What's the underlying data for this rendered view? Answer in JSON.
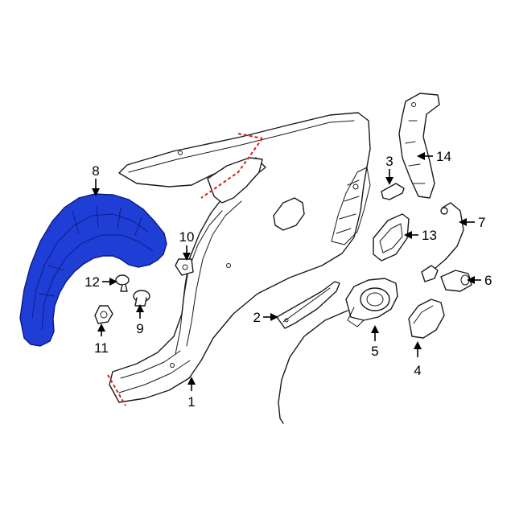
{
  "colors": {
    "highlight_fill": "#1f3ed6",
    "highlight_stroke": "#0b1a80",
    "outline": "#1a1a1a",
    "cut_line": "#d61f1f",
    "background": "#ffffff"
  },
  "callouts": {
    "c1": "1",
    "c2": "2",
    "c3": "3",
    "c4": "4",
    "c5": "5",
    "c6": "6",
    "c7": "7",
    "c8": "8",
    "c9": "9",
    "c10": "10",
    "c11": "11",
    "c12": "12",
    "c13": "13",
    "c14": "14"
  }
}
